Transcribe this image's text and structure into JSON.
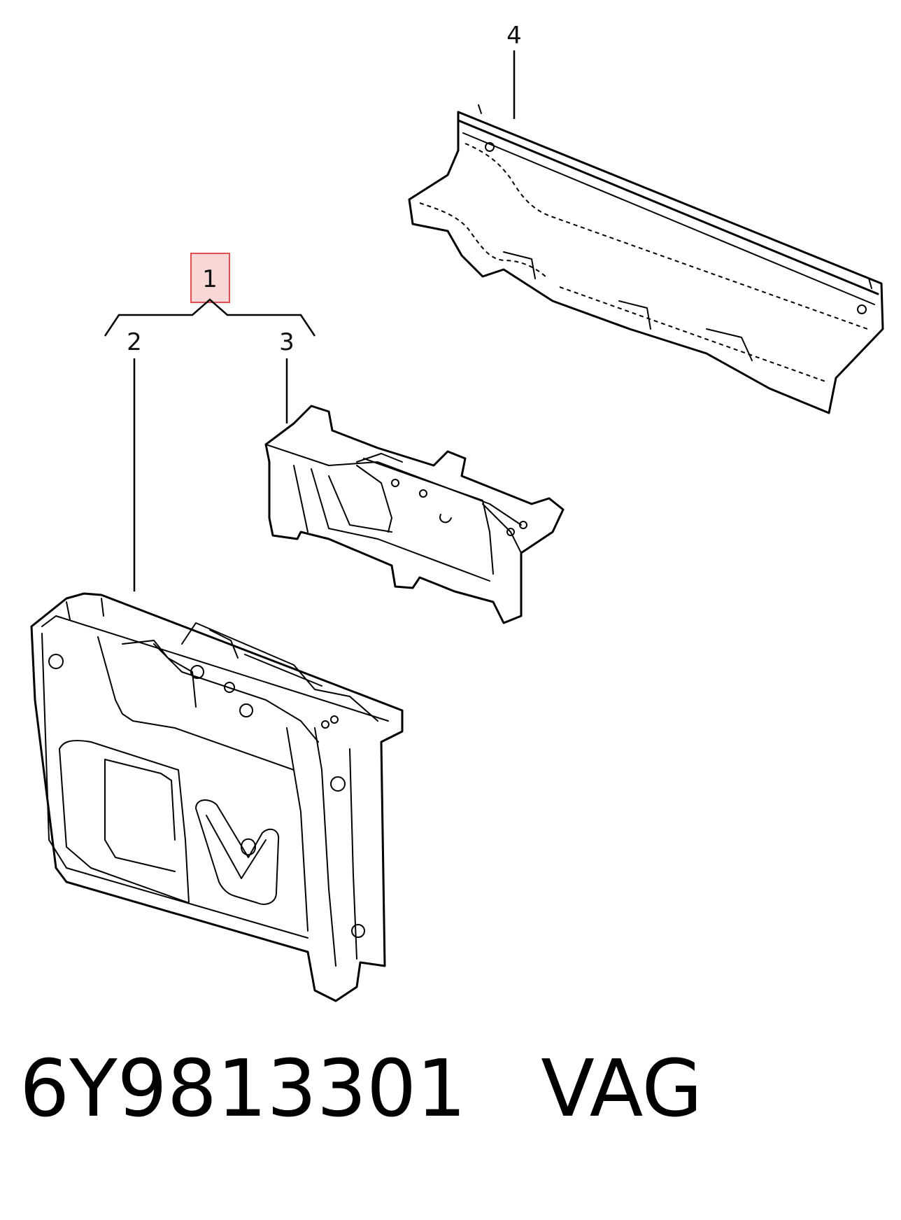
{
  "callouts": {
    "c1": "1",
    "c2": "2",
    "c3": "3",
    "c4": "4"
  },
  "caption": {
    "part_number": "6Y9813301",
    "brand": "VAG"
  },
  "highlight_color": "#e05050"
}
